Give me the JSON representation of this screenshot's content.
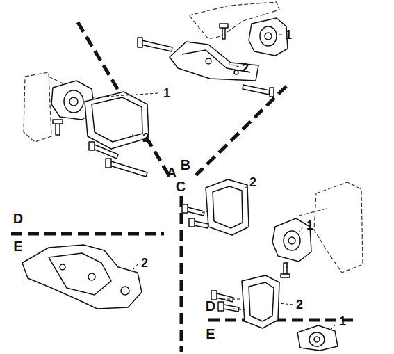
{
  "diagram": {
    "labels": [
      "1",
      "2",
      "1",
      "2",
      "A",
      "B",
      "C",
      "2",
      "1",
      "D",
      "E",
      "2",
      "D",
      "E",
      "2",
      "1"
    ]
  }
}
